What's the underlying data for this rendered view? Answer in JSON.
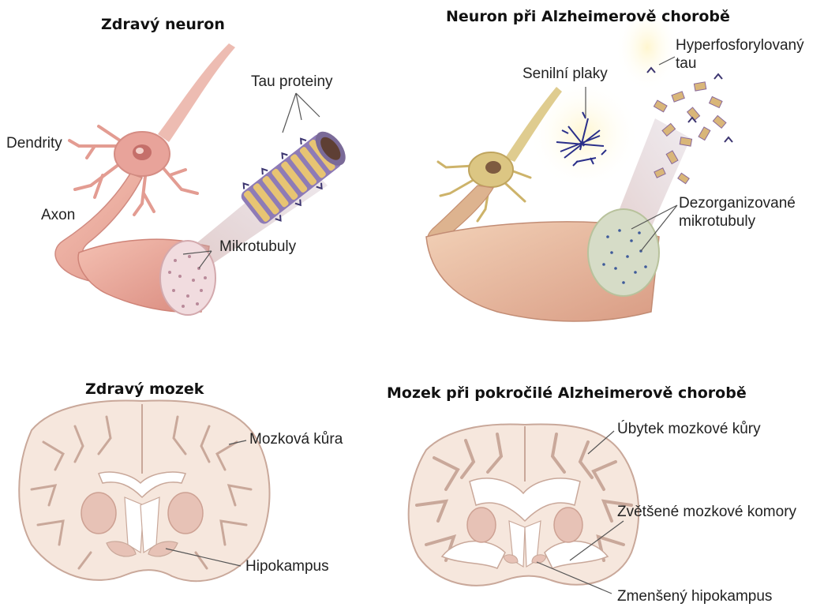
{
  "titles": {
    "healthy_neuron": "Zdravý neuron",
    "alzheimer_neuron": "Neuron při Alzheimerově chorobě",
    "healthy_brain": "Zdravý mozek",
    "alzheimer_brain": "Mozek při pokročilé Alzheimerově chorobě"
  },
  "labels": {
    "dendrites": "Dendrity",
    "axon": "Axon",
    "tau_proteins": "Tau proteiny",
    "microtubules": "Mikrotubuly",
    "senile_plaques": "Senilní plaky",
    "hyper_tau_line1": "Hyperfosforylovaný",
    "hyper_tau_line2": "tau",
    "disorganized_line1": "Dezorganizované",
    "disorganized_line2": "mikrotubuly",
    "cortex": "Mozková kůra",
    "hippocampus": "Hipokampus",
    "cortex_loss": "Úbytek mozkové kůry",
    "enlarged_ventricles": "Zvětšené mozkové komory",
    "shrunk_hippocampus": "Zmenšený hipokampus"
  },
  "colors": {
    "neuron_pink": "#e8a39a",
    "axon_pink": "#eeb2a6",
    "myelin_section": "#f1dcdf",
    "tau_yellow": "#e7c473",
    "tau_purple": "#6a5a9c",
    "brain_tissue": "#f6e7dd",
    "brain_outline": "#c9a89a",
    "deep_nuclei": "#e7c2b6",
    "diseased_neuron": "#dcc683",
    "plaque_blue": "#2a2f8a",
    "leader_line": "#555555"
  }
}
